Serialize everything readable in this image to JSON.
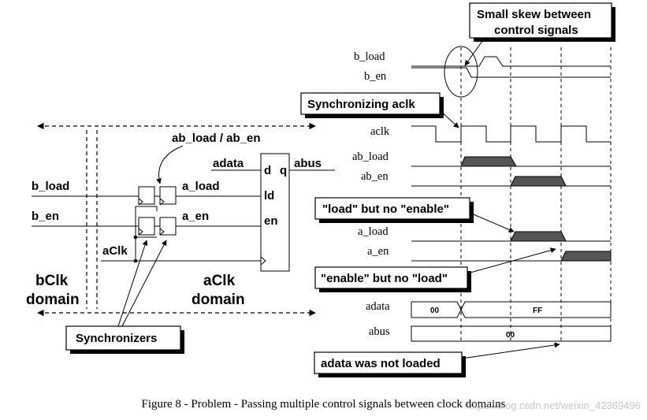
{
  "labels": {
    "skew_box": "Small skew between control signals",
    "skew_line1": "Small skew between",
    "skew_line2": "control signals",
    "sync_aclk": "Synchronizing aclk",
    "load_no_enable": "\"load\" but no \"enable\"",
    "enable_no_load": "\"enable\" but no \"load\"",
    "adata_not_loaded": "adata was not loaded",
    "synchronizers": "Synchronizers",
    "ab_load_ab_en": "ab_load / ab_en",
    "bclk_domain_line1": "bClk",
    "bclk_domain_line2": "domain",
    "aclk_domain_line1": "aClk",
    "aclk_domain_line2": "domain"
  },
  "circuit": {
    "inputs": [
      "b_load",
      "b_en"
    ],
    "outputs": [
      "a_load",
      "a_en"
    ],
    "clock": "aClk",
    "register": {
      "data_in": "adata",
      "data_out": "abus",
      "ports": [
        "d",
        "q",
        "ld",
        "en"
      ]
    }
  },
  "waveforms": {
    "signals": [
      "b_load",
      "b_en",
      "aclk",
      "ab_load",
      "ab_en",
      "a_load",
      "a_en",
      "adata",
      "abus"
    ],
    "adata_values": [
      "00",
      "FF"
    ],
    "abus_value": "00"
  },
  "caption": "Figure 8 - Problem - Passing multiple control signals between clock domains",
  "watermark": "https://blog.csdn.net/weixin_42369496"
}
